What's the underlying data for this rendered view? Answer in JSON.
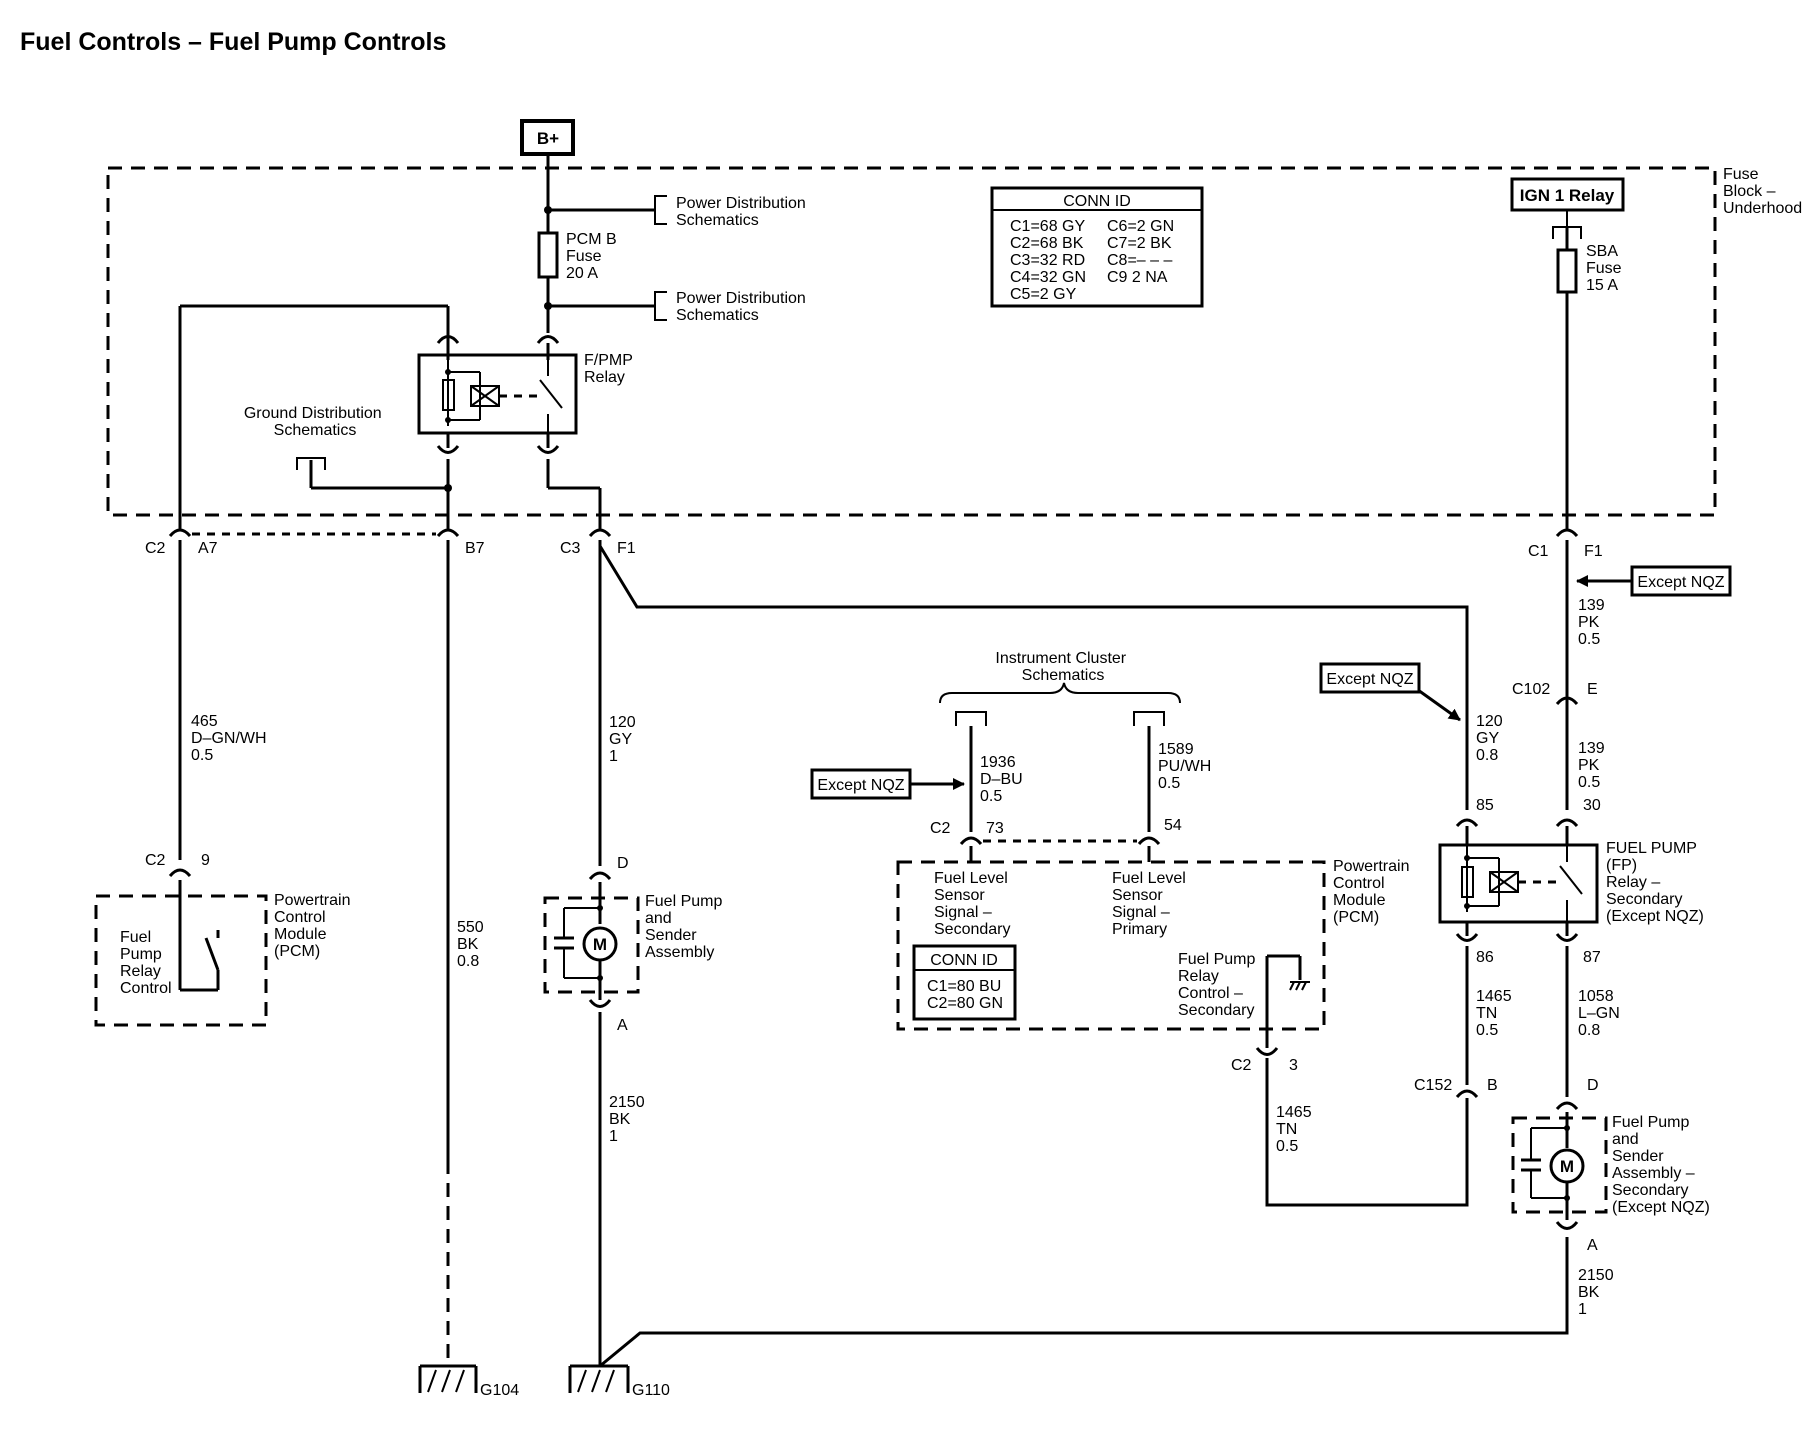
{
  "title": "Fuel Controls – Fuel Pump Controls",
  "top": {
    "bplus": "B+",
    "pds1": [
      "Power Distribution",
      "Schematics"
    ],
    "pds2": [
      "Power Distribution",
      "Schematics"
    ],
    "fuse_pcmb": [
      "PCM B",
      "Fuse",
      "20 A"
    ],
    "relay_fpmp": [
      "F/PMP",
      "Relay"
    ],
    "gds": [
      "Ground Distribution",
      "Schematics"
    ],
    "fuse_block": [
      "Fuse",
      "Block –",
      "Underhood"
    ],
    "ign1": "IGN 1 Relay",
    "sba": [
      "SBA",
      "Fuse",
      "15 A"
    ]
  },
  "conn_top": {
    "title": "CONN ID",
    "left": [
      "C1=68 GY",
      "C2=68 BK",
      "C3=32 RD",
      "C4=32 GN",
      "C5=2 GY"
    ],
    "right": [
      "C6=2 GN",
      "C7=2 BK",
      "C8=– – –",
      "C9 2 NA"
    ]
  },
  "connectors": {
    "c2": "C2",
    "a7": "A7",
    "b7": "B7",
    "c3": "C3",
    "f1a": "F1",
    "c1": "C1",
    "f1b": "F1",
    "c102": "C102",
    "e": "E",
    "p85": "85",
    "p30": "30",
    "p86": "86",
    "p87": "87",
    "c152": "C152",
    "b": "B",
    "d2": "D",
    "a2": "A",
    "c2b": "C2",
    "p9": "9",
    "d1": "D",
    "a1": "A",
    "c2c": "C2",
    "p73": "73",
    "p54": "54",
    "c2d": "C2",
    "p3": "3"
  },
  "wires": {
    "w465": [
      "465",
      "D–GN/WH",
      "0.5"
    ],
    "w550": [
      "550",
      "BK",
      "0.8"
    ],
    "w120a": [
      "120",
      "GY",
      "1"
    ],
    "w2150a": [
      "2150",
      "BK",
      "1"
    ],
    "w1936": [
      "1936",
      "D–BU",
      "0.5"
    ],
    "w1589": [
      "1589",
      "PU/WH",
      "0.5"
    ],
    "w120b": [
      "120",
      "GY",
      "0.8"
    ],
    "w139a": [
      "139",
      "PK",
      "0.5"
    ],
    "w139b": [
      "139",
      "PK",
      "0.5"
    ],
    "w1465a": [
      "1465",
      "TN",
      "0.5"
    ],
    "w1058": [
      "1058",
      "L–GN",
      "0.8"
    ],
    "w1465b": [
      "1465",
      "TN",
      "0.5"
    ],
    "w2150b": [
      "2150",
      "BK",
      "1"
    ]
  },
  "components": {
    "pcm_left": [
      "Powertrain",
      "Control",
      "Module",
      "(PCM)"
    ],
    "fprc": [
      "Fuel",
      "Pump",
      "Relay",
      "Control"
    ],
    "fpsa": [
      "Fuel Pump",
      "and",
      "Sender",
      "Assembly"
    ],
    "ics": [
      "Instrument Cluster",
      "Schematics"
    ],
    "except1": "Except NQZ",
    "except2": "Except NQZ",
    "except3": "Except NQZ",
    "pcm_mid": [
      "Powertrain",
      "Control",
      "Module",
      "(PCM)"
    ],
    "flss": [
      "Fuel Level",
      "Sensor",
      "Signal –",
      "Secondary"
    ],
    "flsp": [
      "Fuel Level",
      "Sensor",
      "Signal –",
      "Primary"
    ],
    "fprcs": [
      "Fuel Pump",
      "Relay",
      "Control –",
      "Secondary"
    ],
    "conn_mid_title": "CONN ID",
    "conn_mid": [
      "C1=80 BU",
      "C2=80 GN"
    ],
    "fp_relay2": [
      "FUEL PUMP",
      "(FP)",
      "Relay –",
      "Secondary",
      "(Except NQZ)"
    ],
    "fpsa2": [
      "Fuel Pump",
      "and",
      "Sender",
      "Assembly –",
      "Secondary",
      "(Except NQZ)"
    ]
  },
  "grounds": {
    "g104": "G104",
    "g110": "G110"
  }
}
